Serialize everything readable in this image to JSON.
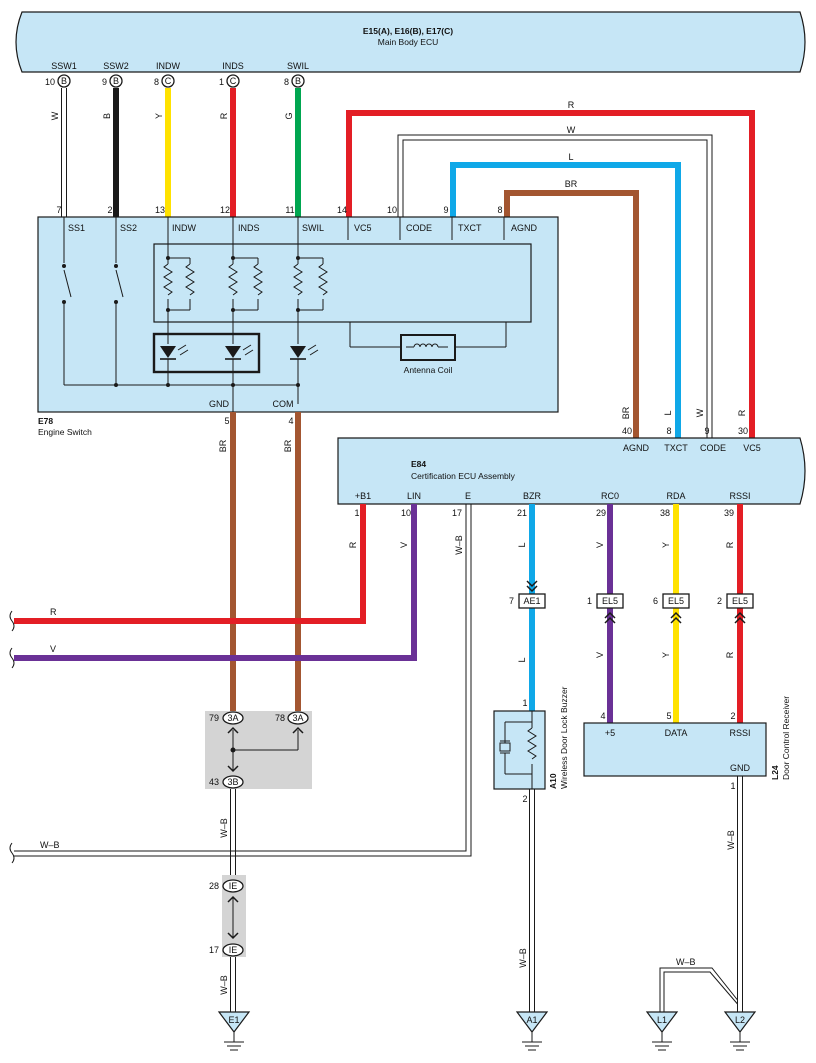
{
  "colors": {
    "red": "#e31e25",
    "black": "#1a1a1a",
    "yellow": "#ffe200",
    "green": "#00a650",
    "blue": "#0fa8e8",
    "brown": "#a35631",
    "violet": "#6a3196",
    "box_fill": "#c6e6f6",
    "junction_fill": "#d4d4d4"
  },
  "main_ecu": {
    "title": "E15(A), E16(B), E17(C)",
    "subtitle": "Main Body ECU",
    "terminals": [
      {
        "signal": "SSW1",
        "pin": "10",
        "conn": "B",
        "wire": "W"
      },
      {
        "signal": "SSW2",
        "pin": "9",
        "conn": "B",
        "wire": "B"
      },
      {
        "signal": "INDW",
        "pin": "8",
        "conn": "C",
        "wire": "Y"
      },
      {
        "signal": "INDS",
        "pin": "1",
        "conn": "C",
        "wire": "R"
      },
      {
        "signal": "SWIL",
        "pin": "8",
        "conn": "B",
        "wire": "G"
      }
    ]
  },
  "engine_switch": {
    "code": "E78",
    "name": "Engine Switch",
    "top_terminals": [
      {
        "pin": "7",
        "signal": "SS1"
      },
      {
        "pin": "2",
        "signal": "SS2"
      },
      {
        "pin": "13",
        "signal": "INDW"
      },
      {
        "pin": "12",
        "signal": "INDS"
      },
      {
        "pin": "11",
        "signal": "SWIL"
      },
      {
        "pin": "14",
        "signal": "VC5"
      },
      {
        "pin": "10",
        "signal": "CODE"
      },
      {
        "pin": "9",
        "signal": "TXCT"
      },
      {
        "pin": "8",
        "signal": "AGND"
      }
    ],
    "bottom_terminals": [
      {
        "pin": "5",
        "signal": "GND",
        "wire": "BR"
      },
      {
        "pin": "4",
        "signal": "COM",
        "wire": "BR"
      }
    ],
    "antenna_label": "Antenna Coil"
  },
  "cross_wires": [
    {
      "label": "R"
    },
    {
      "label": "W"
    },
    {
      "label": "L"
    },
    {
      "label": "BR"
    }
  ],
  "cert_ecu": {
    "code": "E84",
    "name": "Certification ECU Assembly",
    "top_terminals": [
      {
        "signal": "AGND",
        "pin": "40",
        "wire": "BR"
      },
      {
        "signal": "TXCT",
        "pin": "8",
        "wire": "L"
      },
      {
        "signal": "CODE",
        "pin": "9",
        "wire": "W"
      },
      {
        "signal": "VC5",
        "pin": "30",
        "wire": "R"
      }
    ],
    "bottom_terminals": [
      {
        "signal": "+B1",
        "pin": "1",
        "wire": "R"
      },
      {
        "signal": "LIN",
        "pin": "10",
        "wire": "V"
      },
      {
        "signal": "E",
        "pin": "17",
        "wire": "W–B"
      },
      {
        "signal": "BZR",
        "pin": "21",
        "wire": "L"
      },
      {
        "signal": "RC0",
        "pin": "29",
        "wire": "V"
      },
      {
        "signal": "RDA",
        "pin": "38",
        "wire": "Y"
      },
      {
        "signal": "RSSI",
        "pin": "39",
        "wire": "R"
      }
    ]
  },
  "left_wires": [
    {
      "label": "R"
    },
    {
      "label": "V"
    }
  ],
  "connectors": {
    "ae1": {
      "pin": "7",
      "name": "AE1"
    },
    "el5a": {
      "pin": "1",
      "name": "EL5"
    },
    "el5b": {
      "pin": "6",
      "name": "EL5"
    },
    "el5c": {
      "pin": "2",
      "name": "EL5"
    },
    "j3a_left": {
      "pin": "79",
      "name": "3A"
    },
    "j3a_right": {
      "pin": "78",
      "name": "3A"
    },
    "j3b": {
      "pin": "43",
      "name": "3B"
    },
    "ie_top": {
      "pin": "28",
      "name": "IE"
    },
    "ie_bottom": {
      "pin": "17",
      "name": "IE"
    }
  },
  "buzzer": {
    "code": "A10",
    "name": "Wireless Door Lock Buzzer",
    "pin_top": "1",
    "pin_bottom": "2",
    "wire_top": "L"
  },
  "receiver": {
    "code": "L24",
    "name": "Door Control Receiver",
    "terminals": [
      {
        "pin": "4",
        "signal": "+5",
        "wire": "V"
      },
      {
        "pin": "5",
        "signal": "DATA",
        "wire": "Y"
      },
      {
        "pin": "2",
        "signal": "RSSI",
        "wire": "R"
      }
    ],
    "gnd_signal": "GND",
    "gnd_pin": "1"
  },
  "ground_wires": {
    "left_wb_label": "W–B",
    "jb_wire_top": "W–B",
    "jb_wire_bottom": "W–B",
    "a1_wire": "W–B",
    "l24_wire": "W–B",
    "l1_branch": "W–B"
  },
  "grounds": [
    {
      "name": "E1"
    },
    {
      "name": "A1"
    },
    {
      "name": "L1"
    },
    {
      "name": "L2"
    }
  ]
}
